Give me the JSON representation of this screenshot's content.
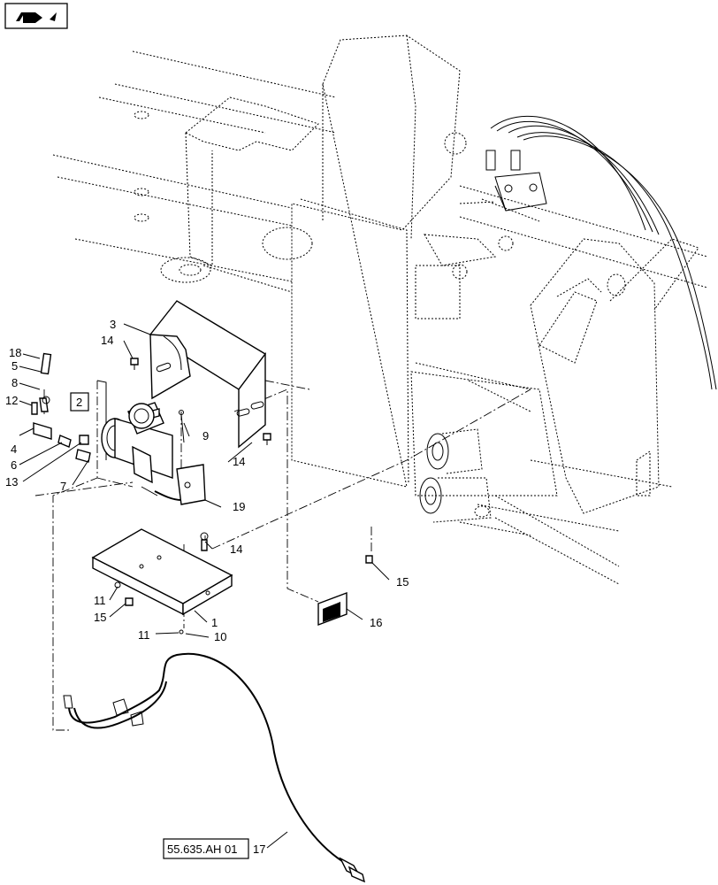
{
  "callouts": [
    {
      "id": "c1",
      "text": "1"
    },
    {
      "id": "c2",
      "text": "2"
    },
    {
      "id": "c3",
      "text": "3"
    },
    {
      "id": "c4",
      "text": "4"
    },
    {
      "id": "c5",
      "text": "5"
    },
    {
      "id": "c6",
      "text": "6"
    },
    {
      "id": "c7",
      "text": "7"
    },
    {
      "id": "c8",
      "text": "8"
    },
    {
      "id": "c9",
      "text": "9"
    },
    {
      "id": "c10",
      "text": "10"
    },
    {
      "id": "c11a",
      "text": "11"
    },
    {
      "id": "c11b",
      "text": "11"
    },
    {
      "id": "c12",
      "text": "12"
    },
    {
      "id": "c13",
      "text": "13"
    },
    {
      "id": "c14a",
      "text": "14"
    },
    {
      "id": "c14b",
      "text": "14"
    },
    {
      "id": "c14c",
      "text": "14"
    },
    {
      "id": "c15a",
      "text": "15"
    },
    {
      "id": "c15b",
      "text": "15"
    },
    {
      "id": "c16",
      "text": "16"
    },
    {
      "id": "c17",
      "text": "17"
    },
    {
      "id": "c18",
      "text": "18"
    },
    {
      "id": "c19",
      "text": "19"
    }
  ],
  "reference_box": "55.635.AH 01",
  "icons": {
    "corner": "next-page-arrow-icon"
  }
}
